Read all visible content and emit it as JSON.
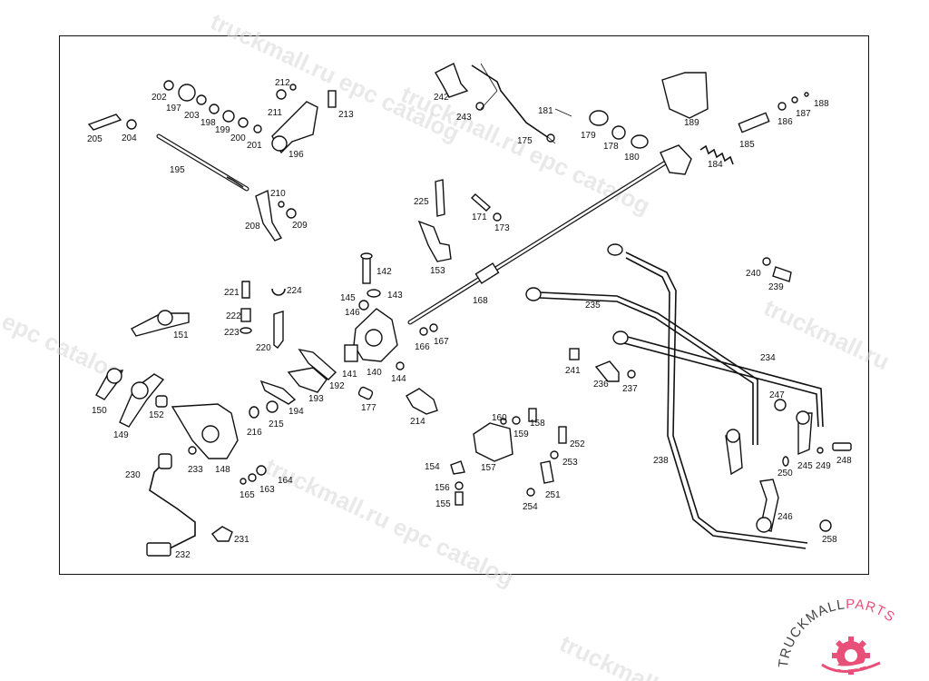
{
  "watermark": {
    "text_1": "truckmall.ru epc catalog",
    "text_2": "epc catalog",
    "text_3": "truckmall.ru",
    "color": "#d8d8d8"
  },
  "logo": {
    "brand_a": "TRUCKMALL",
    "brand_b": "PARTS",
    "color_dark": "#444444",
    "color_accent": "#e8507a"
  },
  "part_labels": [
    "202",
    "197",
    "203",
    "198",
    "199",
    "200",
    "201",
    "205",
    "204",
    "195",
    "212",
    "211",
    "213",
    "196",
    "208",
    "210",
    "209",
    "242",
    "243",
    "175",
    "181",
    "179",
    "178",
    "180",
    "189",
    "188",
    "187",
    "186",
    "185",
    "184",
    "225",
    "171",
    "173",
    "153",
    "142",
    "143",
    "145",
    "146",
    "168",
    "166",
    "167",
    "140",
    "141",
    "144",
    "221",
    "224",
    "222",
    "223",
    "220",
    "151",
    "150",
    "149",
    "152",
    "148",
    "233",
    "230",
    "232",
    "231",
    "216",
    "215",
    "194",
    "193",
    "192",
    "177",
    "214",
    "164",
    "163",
    "165",
    "160",
    "159",
    "158",
    "157",
    "154",
    "156",
    "155",
    "252",
    "253",
    "251",
    "254",
    "235",
    "234",
    "241",
    "236",
    "237",
    "240",
    "239",
    "247",
    "245",
    "249",
    "248",
    "250",
    "246",
    "238",
    "258"
  ]
}
